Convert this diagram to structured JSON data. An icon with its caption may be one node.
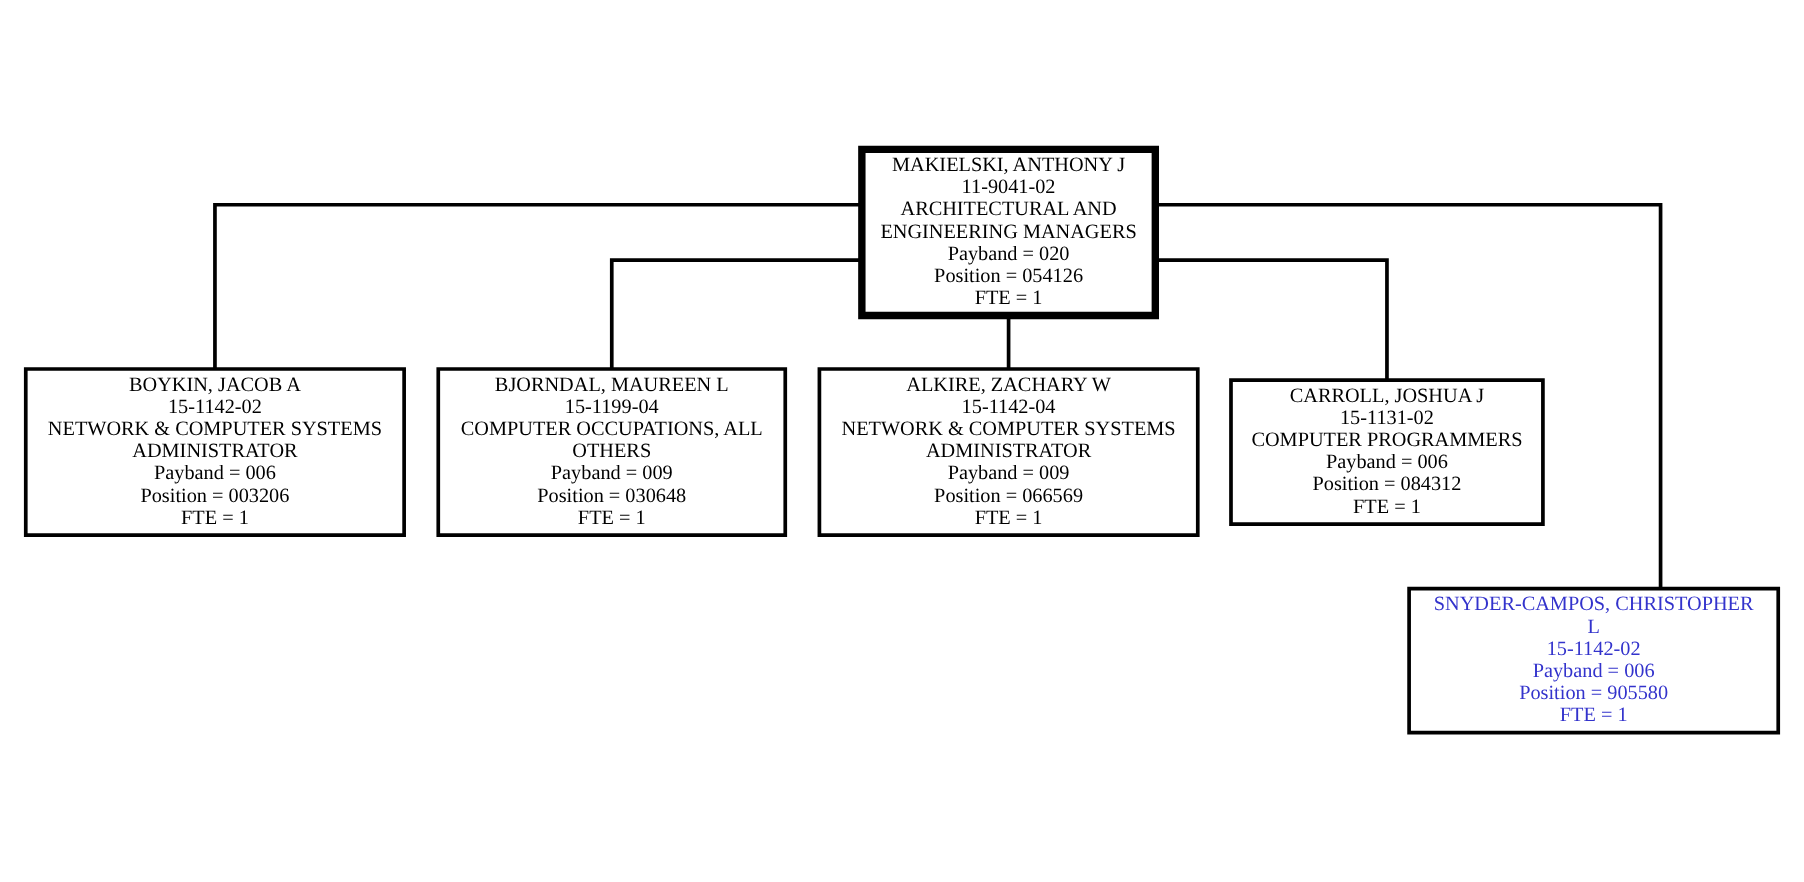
{
  "diagram": {
    "nodes": [
      {
        "text": [
          "MAKIELSKI, ANTHONY J",
          "11-9041-02",
          "ARCHITECTURAL AND ENGINEERING MANAGERS",
          "Payband = 020",
          "Position = 054126",
          "FTE = 1"
        ]
      },
      {
        "text": [
          "BOYKIN, JACOB A",
          "15-1142-02",
          "NETWORK & COMPUTER SYSTEMS ADMINISTRATOR",
          "Payband = 006",
          "Position = 003206",
          "FTE = 1"
        ]
      },
      {
        "text": [
          "BJORNDAL, MAUREEN L",
          "15-1199-04",
          "COMPUTER OCCUPATIONS, ALL OTHERS",
          "Payband = 009",
          "Position = 030648",
          "FTE = 1"
        ]
      },
      {
        "text": [
          "ALKIRE, ZACHARY W",
          "15-1142-04",
          "NETWORK & COMPUTER SYSTEMS ADMINISTRATOR",
          "Payband = 009",
          "Position = 066569",
          "FTE = 1"
        ]
      },
      {
        "text": [
          "CARROLL, JOSHUA J",
          "15-1131-02",
          "COMPUTER PROGRAMMERS",
          "Payband = 006",
          "Position = 084312",
          "FTE = 1"
        ]
      },
      {
        "text": [
          "SNYDER-CAMPOS, CHRISTOPHER L",
          "15-1142-02",
          "Payband = 006",
          "Position = 905580",
          "FTE = 1"
        ]
      }
    ],
    "edges": [
      {
        "from": 0,
        "to": 1,
        "arrow": "none"
      },
      {
        "from": 0,
        "to": 2,
        "arrow": "none"
      },
      {
        "from": 0,
        "to": 5,
        "arrow": "none"
      },
      {
        "from": 0,
        "to": 3,
        "arrow": "none"
      },
      {
        "from": 0,
        "to": 4,
        "arrow": "none"
      }
    ]
  }
}
